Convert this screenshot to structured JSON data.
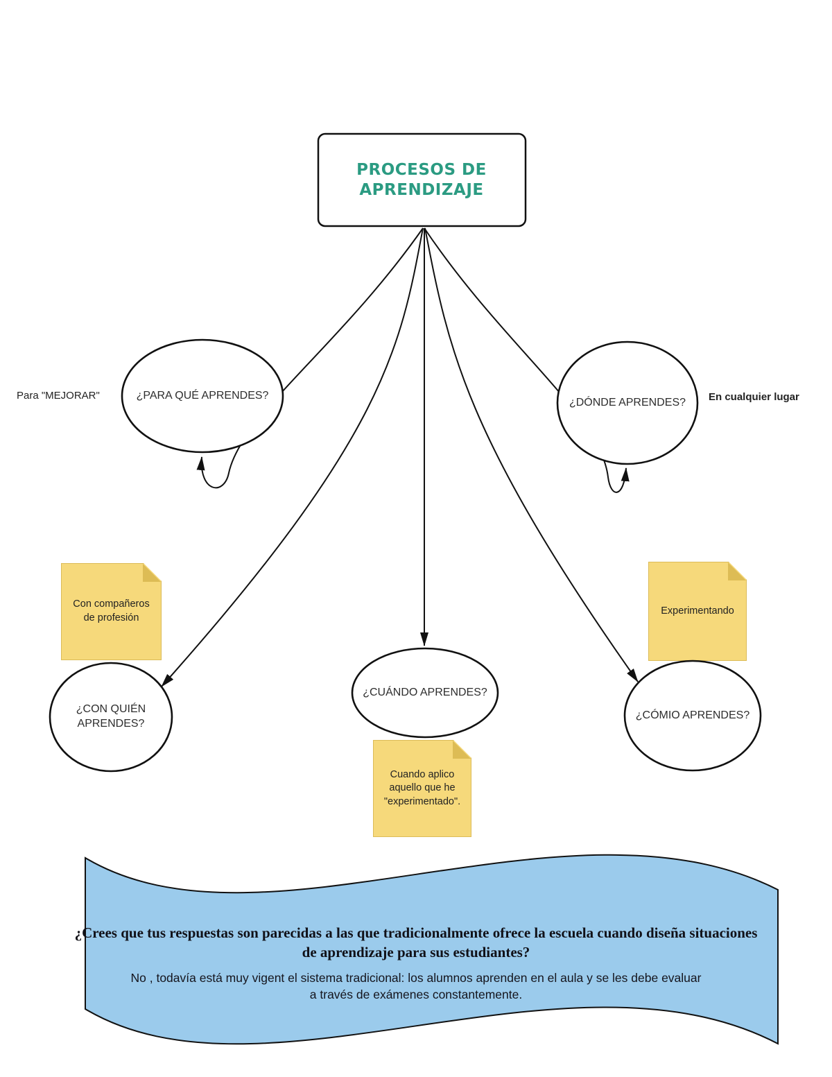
{
  "title": "PROCESOS DE APRENDIZAJE",
  "nodes": {
    "para_que": {
      "label": "¿PARA QUÉ APRENDES?",
      "annotation": "Para \"MEJORAR\""
    },
    "donde": {
      "label": "¿DÓNDE APRENDES?",
      "annotation": "En cualquier lugar"
    },
    "con_quien": {
      "label": "¿CON QUIÉN APRENDES?",
      "note": "Con compañeros de profesión"
    },
    "cuando": {
      "label": "¿CUÁNDO APRENDES?",
      "note": "Cuando aplico aquello que he \"experimentado\"."
    },
    "como": {
      "label": "¿CÓMIO APRENDES?",
      "note": "Experimentando"
    }
  },
  "banner": {
    "question": "¿Crees que tus respuestas son parecidas a las que tradicionalmente ofrece la escuela cuando diseña situaciones de aprendizaje para sus estudiantes?",
    "answer": "No , todavía está muy vigent el sistema tradicional: los alumnos aprenden en el aula y se les debe evaluar a través de exámenes constantemente."
  },
  "colors": {
    "title_text": "#2B9B82",
    "note_fill": "#F6D97B",
    "note_border": "#DCBB58",
    "note_fold": "#DDBC55",
    "banner_fill": "#9BCBEC",
    "line": "#111111"
  }
}
